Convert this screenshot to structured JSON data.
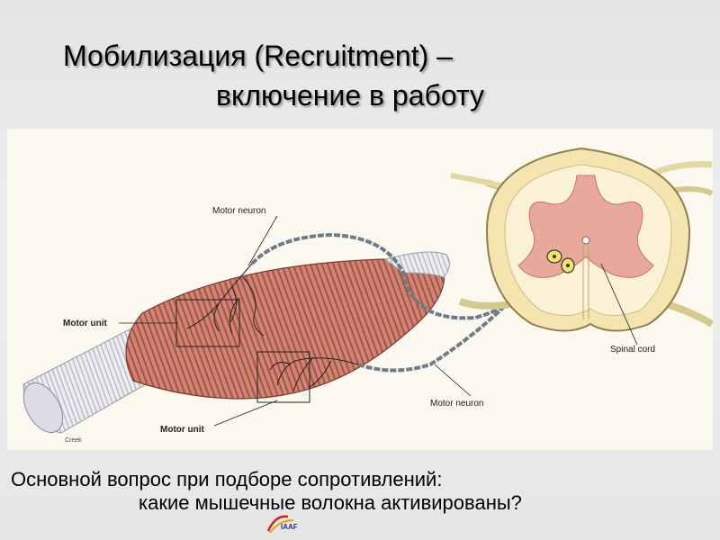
{
  "slide": {
    "title_line1": "Мобилизация (Recruitment) –",
    "title_line2": "включение в работу",
    "question_line1": "Основной вопрос при подборе сопротивлений:",
    "question_line2": "какие мышечные волокна активированы?"
  },
  "figure": {
    "labels": {
      "motor_neuron_top": "Motor neuron",
      "motor_unit_left": "Motor unit",
      "motor_unit_bottom": "Motor unit",
      "motor_neuron_bottom": "Motor neuron",
      "spinal_cord": "Spinal cord",
      "credit": "Creek"
    }
  },
  "logo": {
    "text": "IAAF"
  },
  "colors": {
    "muscle": "#c97b6a",
    "muscle_stripe": "#a8554a",
    "tendon": "#e9e9ee",
    "cord_white": "#f6e7b5",
    "cord_gray": "#e8a59a",
    "nerve": "#7a8894"
  }
}
